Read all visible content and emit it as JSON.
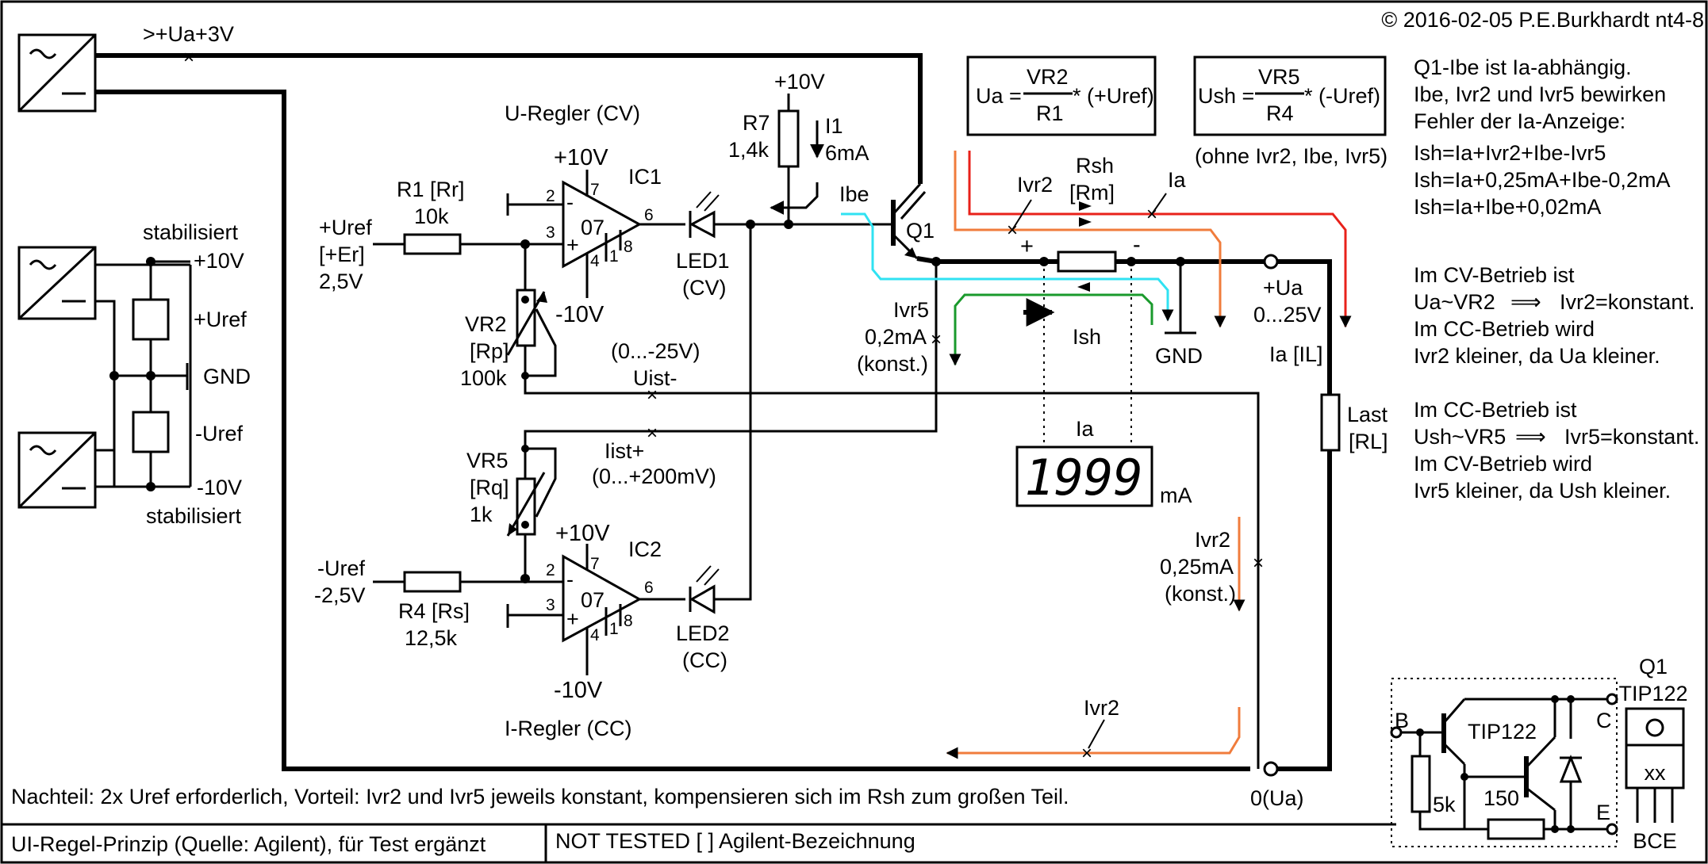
{
  "copyright": "© 2016-02-05 P.E.Burkhardt nt4-8",
  "supply_top": ">+Ua+3V",
  "regulator_cv": "U-Regler (CV)",
  "regulator_cc": "I-Regler (CC)",
  "supply": {
    "stab_top": "stabilisiert",
    "stab_bottom": "stabilisiert",
    "plus10": "+10V",
    "plus_uref": "+Uref",
    "gnd": "GND",
    "minus_uref": "-Uref",
    "minus10": "-10V"
  },
  "ic1": {
    "name": "IC1",
    "type": "07",
    "vplus": "+10V",
    "vminus": "-10V",
    "pin2": "2",
    "pin3": "3",
    "pin4": "4",
    "pin6": "6",
    "pin7": "7",
    "pin1": "1",
    "pin8": "8",
    "minus": "-",
    "plus": "+"
  },
  "ic2": {
    "name": "IC2",
    "type": "07",
    "vplus": "+10V",
    "vminus": "-10V",
    "pin2": "2",
    "pin3": "3",
    "pin4": "4",
    "pin6": "6",
    "pin7": "7",
    "pin1": "1",
    "pin8": "8",
    "minus": "-",
    "plus": "+"
  },
  "input_cv": {
    "line1": "+Uref",
    "line2": "[+Er]",
    "line3": "2,5V"
  },
  "input_cc": {
    "line1": "-Uref",
    "line2": "-2,5V"
  },
  "r1": {
    "name": "R1 [Rr]",
    "value": "10k"
  },
  "r4": {
    "name": "R4 [Rs]",
    "value": "12,5k"
  },
  "r7": {
    "name": "R7",
    "value": "1,4k",
    "supply": "+10V"
  },
  "i1": {
    "name": "I1",
    "value": "6mA"
  },
  "vr2": {
    "name": "VR2",
    "alias": "[Rp]",
    "value": "100k"
  },
  "vr5": {
    "name": "VR5",
    "alias": "[Rq]",
    "value": "1k"
  },
  "led1": {
    "name": "LED1",
    "mode": "(CV)"
  },
  "led2": {
    "name": "LED2",
    "mode": "(CC)"
  },
  "uist": {
    "range": "(0...-25V)",
    "label": "Uist-"
  },
  "iist": {
    "label": "Iist+",
    "range": "(0...+200mV)"
  },
  "q1": {
    "name": "Q1",
    "ibe": "Ibe"
  },
  "ivr5": {
    "name": "Ivr5",
    "value": "0,2mA",
    "note": "(konst.)"
  },
  "rsh": {
    "name": "Rsh",
    "alias": "[Rm]",
    "plus": "+",
    "minus": "-",
    "ish": "Ish"
  },
  "labels": {
    "ivr2_top": "Ivr2",
    "ia_top": "Ia",
    "ia_meter": "Ia",
    "ma": "mA",
    "ia_il": "Ia [IL]",
    "gnd_right": "GND",
    "ivr2_bottom": "Ivr2"
  },
  "output": {
    "plus": "+Ua",
    "range": "0...25V",
    "zero": "0(Ua)"
  },
  "load": {
    "name": "Last",
    "alias": "[RL]"
  },
  "ivr2_right": {
    "name": "Ivr2",
    "value": "0,25mA",
    "note": "(konst.)"
  },
  "meter_display": "1999",
  "formula1": {
    "lhs": "Ua =",
    "num": "VR2",
    "den": "R1",
    "rhs": "* (+Uref)"
  },
  "formula2": {
    "lhs": "Ush =",
    "num": "VR5",
    "den": "R4",
    "rhs": "* (-Uref)"
  },
  "formula2_note": "(ohne Ivr2, Ibe, Ivr5)",
  "notes_top": [
    "Q1-Ibe ist Ia-abhängig.",
    "Ibe, Ivr2 und Ivr5 bewirken",
    "Fehler der Ia-Anzeige:",
    "Ish=Ia+Ivr2+Ibe-Ivr5",
    "Ish=Ia+0,25mA+Ibe-0,2mA",
    "Ish=Ia+Ibe+0,02mA"
  ],
  "notes_cv": {
    "l1": "Im CV-Betrieb ist",
    "l2a": "Ua~VR2",
    "l2b": "Ivr2=konstant.",
    "l3": "Im CC-Betrieb wird",
    "l4": "Ivr2 kleiner, da Ua kleiner."
  },
  "notes_cc": {
    "l1": "Im CC-Betrieb ist",
    "l2a": "Ush~VR5",
    "l2b": "Ivr5=konstant.",
    "l3": "Im CV-Betrieb wird",
    "l4": "Ivr5 kleiner, da Ush kleiner."
  },
  "darlington": {
    "title": "TIP122",
    "b": "B",
    "c": "C",
    "e": "E",
    "r1": "5k",
    "r2": "150"
  },
  "package": {
    "name": "Q1",
    "type": "TIP122",
    "xx": "xx",
    "pins": "BCE"
  },
  "footer_note": "Nachteil: 2x Uref erforderlich, Vorteil: Ivr2 und Ivr5 jeweils konstant, kompensieren sich im Rsh zum großen Teil.",
  "footer_title": "UI-Regel-Prinzip (Quelle: Agilent), für Test ergänzt",
  "footer_status": "NOT  TESTED   [ ] Agilent-Bezeichnung"
}
